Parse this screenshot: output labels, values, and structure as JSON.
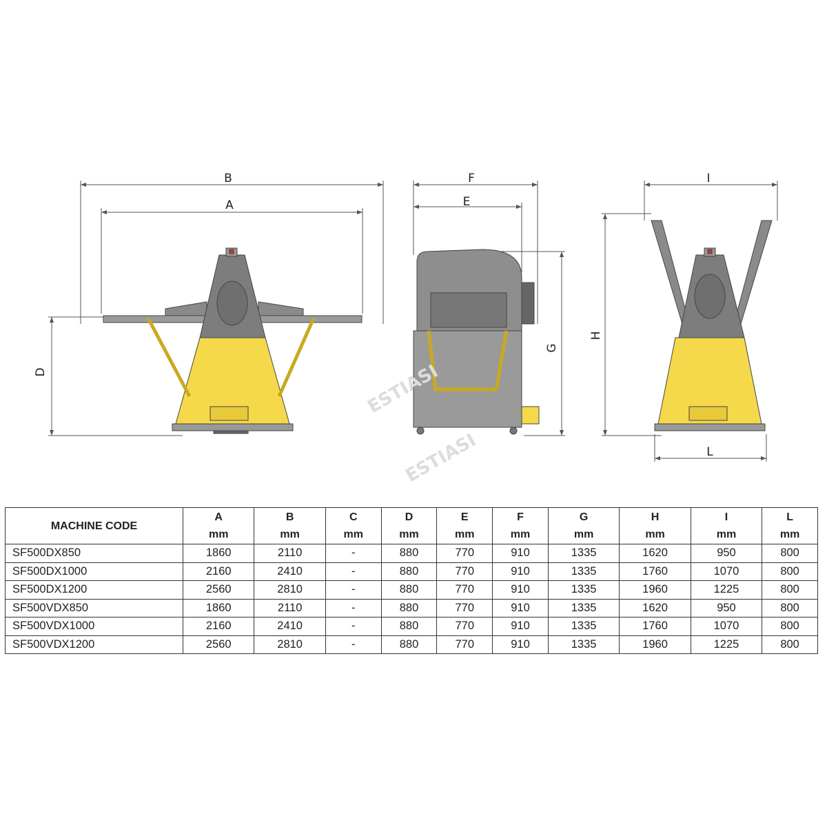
{
  "dimension_labels": {
    "A": "A",
    "B": "B",
    "D": "D",
    "E": "E",
    "F": "F",
    "G": "G",
    "H": "H",
    "I": "I",
    "L": "L"
  },
  "watermark": "ESTIASI",
  "colors": {
    "yellow": "#f5d94a",
    "grey": "#8c8c8c",
    "dark": "#555555"
  },
  "table": {
    "code_header": "MACHINE CODE",
    "columns": [
      {
        "letter": "A",
        "unit": "mm"
      },
      {
        "letter": "B",
        "unit": "mm"
      },
      {
        "letter": "C",
        "unit": "mm"
      },
      {
        "letter": "D",
        "unit": "mm"
      },
      {
        "letter": "E",
        "unit": "mm"
      },
      {
        "letter": "F",
        "unit": "mm"
      },
      {
        "letter": "G",
        "unit": "mm"
      },
      {
        "letter": "H",
        "unit": "mm"
      },
      {
        "letter": "I",
        "unit": "mm"
      },
      {
        "letter": "L",
        "unit": "mm"
      }
    ],
    "rows": [
      {
        "code": "SF500DX850",
        "values": [
          "1860",
          "2110",
          "-",
          "880",
          "770",
          "910",
          "1335",
          "1620",
          "950",
          "800"
        ]
      },
      {
        "code": "SF500DX1000",
        "values": [
          "2160",
          "2410",
          "-",
          "880",
          "770",
          "910",
          "1335",
          "1760",
          "1070",
          "800"
        ]
      },
      {
        "code": "SF500DX1200",
        "values": [
          "2560",
          "2810",
          "-",
          "880",
          "770",
          "910",
          "1335",
          "1960",
          "1225",
          "800"
        ]
      },
      {
        "code": "SF500VDX850",
        "values": [
          "1860",
          "2110",
          "-",
          "880",
          "770",
          "910",
          "1335",
          "1620",
          "950",
          "800"
        ]
      },
      {
        "code": "SF500VDX1000",
        "values": [
          "2160",
          "2410",
          "-",
          "880",
          "770",
          "910",
          "1335",
          "1760",
          "1070",
          "800"
        ]
      },
      {
        "code": "SF500VDX1200",
        "values": [
          "2560",
          "2810",
          "-",
          "880",
          "770",
          "910",
          "1335",
          "1960",
          "1225",
          "800"
        ]
      }
    ]
  }
}
